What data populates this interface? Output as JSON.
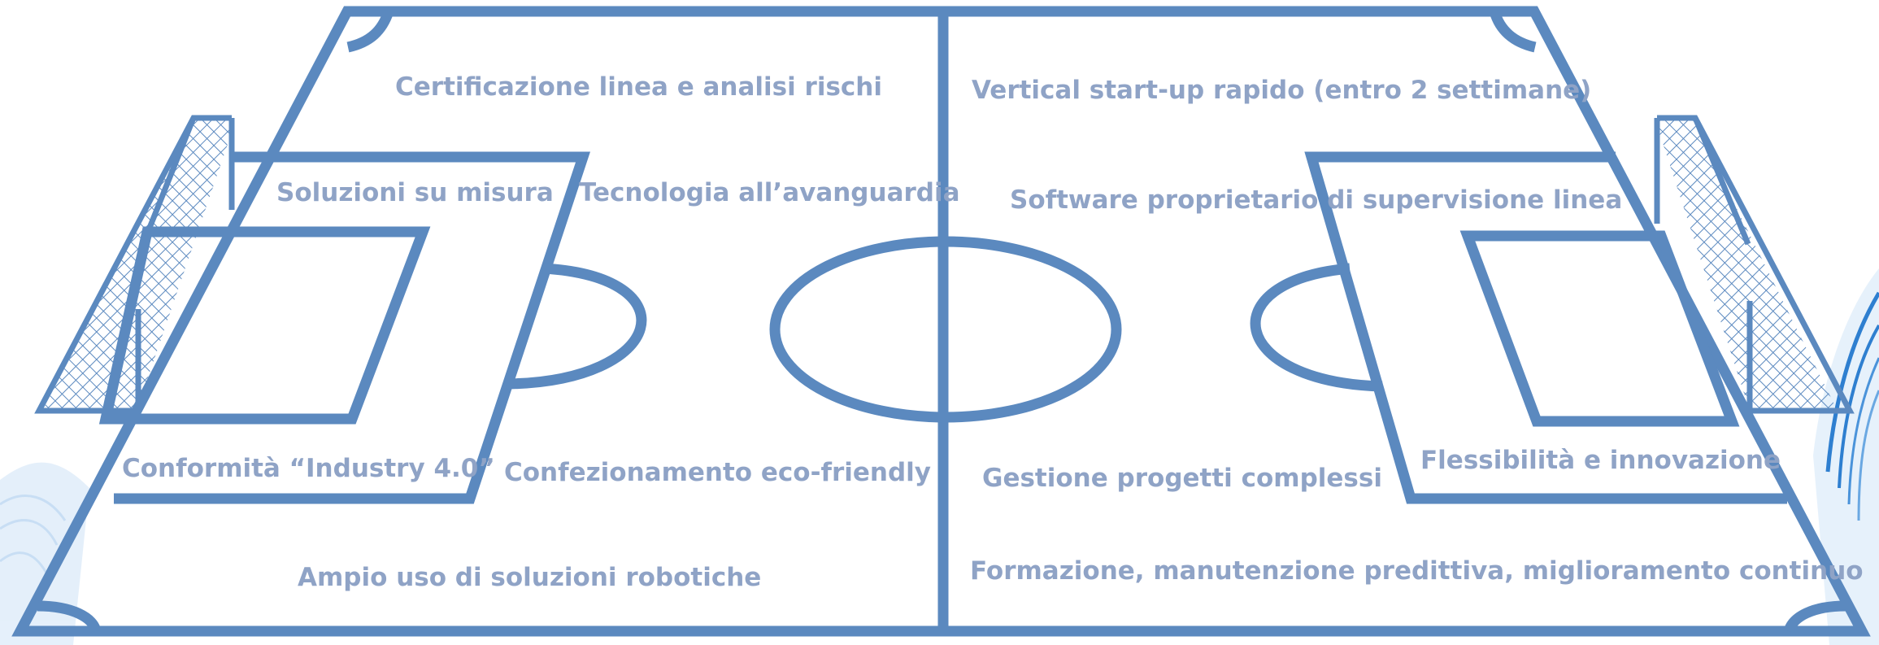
{
  "colors": {
    "line": "#5B89BF",
    "label": "#8FA3C6",
    "wave_light": "#CFE3F7",
    "wave_dark": "#2E7FD0"
  },
  "labels": {
    "certificazione": "Certificazione linea e analisi rischi",
    "soluzioni": "Soluzioni su misura",
    "tecnologia": "Tecnologia all’avanguardia",
    "conformita": "Conformità “Industry 4.0”",
    "confezionamento": "Confezionamento eco-friendly",
    "robotiche": "Ampio uso di soluzioni robotiche",
    "vertical": "Vertical start-up rapido (entro 2 settimane)",
    "software": "Software proprietario di supervisione linea",
    "gestione": "Gestione progetti complessi",
    "flessibilita": "Flessibilità e innovazione",
    "formazione": "Formazione, manutenzione predittiva, miglioramento continuo"
  }
}
